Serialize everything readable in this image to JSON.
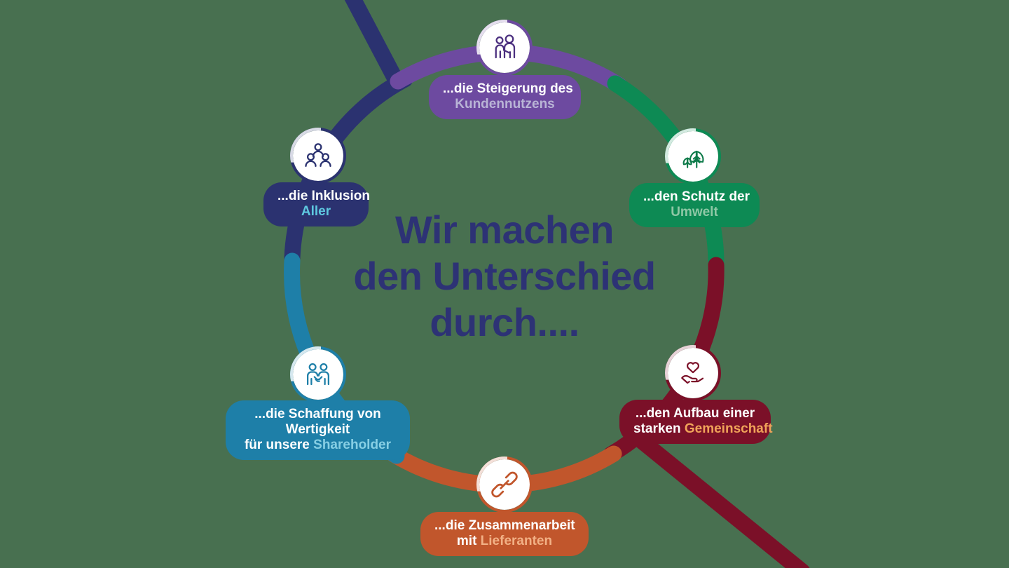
{
  "background_color": "#487050",
  "center": {
    "heading": "Wir machen\nden Unterschied\ndurch....",
    "color": "#2d3275"
  },
  "nodes": [
    {
      "id": "kundennutzen",
      "icon": "two-people-helping-icon",
      "color": "#6d4aa0",
      "accent_color": "#b9b4d6",
      "line1": "...die Steigerung des",
      "line2": "Kundennutzens",
      "line3": ""
    },
    {
      "id": "umwelt",
      "icon": "leaves-icon",
      "color": "#0d8a54",
      "accent_color": "#8fc8a6",
      "line1": "...den Schutz der",
      "line2": "Umwelt",
      "line3": ""
    },
    {
      "id": "gemeinschaft",
      "icon": "heart-in-hand-icon",
      "color": "#7b1028",
      "accent_color": "#f0a359",
      "line1": "...den Aufbau einer",
      "line2": "starken ",
      "line3": "Gemeinschaft"
    },
    {
      "id": "lieferanten",
      "icon": "chain-link-icon",
      "color": "#c1562c",
      "accent_color": "#f2b186",
      "line1": "...die Zusammenarbeit",
      "line2": "mit ",
      "line3": "Lieferanten"
    },
    {
      "id": "shareholder",
      "icon": "handshake-icon",
      "color": "#1e7fa8",
      "accent_color": "#87cfe4",
      "line1": "...die Schaffung von",
      "line2": "Wertigkeit",
      "line3": "für unsere ",
      "line4": "Shareholder"
    },
    {
      "id": "inklusion",
      "icon": "three-people-icon",
      "color": "#2b3270",
      "accent_color": "#5ec8e0",
      "line1": "...die Inklusion",
      "line2": "Aller",
      "line3": ""
    }
  ],
  "ring": {
    "segments": [
      {
        "name": "purple-segment",
        "color": "#6d4aa0"
      },
      {
        "name": "green-segment",
        "color": "#0d8a54"
      },
      {
        "name": "darkred-segment",
        "color": "#7b1028"
      },
      {
        "name": "orange-segment",
        "color": "#c1562c"
      },
      {
        "name": "teal-segment",
        "color": "#1e7fa8"
      },
      {
        "name": "navy-segment",
        "color": "#2b3270"
      }
    ],
    "branches": [
      {
        "name": "navy-branch-top-left",
        "color": "#2b3270"
      },
      {
        "name": "darkred-branch-bottom-right",
        "color": "#7b1028"
      }
    ]
  }
}
